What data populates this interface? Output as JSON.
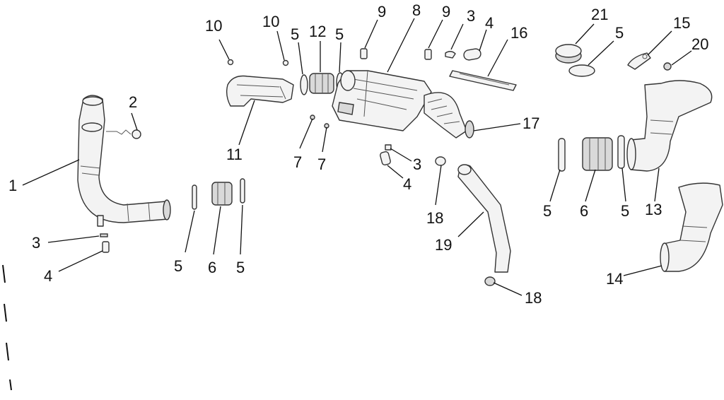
{
  "callouts": {
    "c1": "1",
    "c2": "2",
    "c3a": "3",
    "c4a": "4",
    "c5a": "5",
    "c6a": "6",
    "c5b": "5",
    "c10a": "10",
    "c10b": "10",
    "c5c": "5",
    "c12": "12",
    "c5d": "5",
    "c9a": "9",
    "c8": "8",
    "c9b": "9",
    "c3b": "3",
    "c4b": "4",
    "c16": "16",
    "c11": "11",
    "c7a": "7",
    "c7b": "7",
    "c3c": "3",
    "c4c": "4",
    "c17": "17",
    "c18a": "18",
    "c19": "19",
    "c18b": "18",
    "c21": "21",
    "c5e": "5",
    "c15": "15",
    "c20": "20",
    "c5f": "5",
    "c6b": "6",
    "c5g": "5",
    "c13": "13",
    "c14": "14"
  }
}
